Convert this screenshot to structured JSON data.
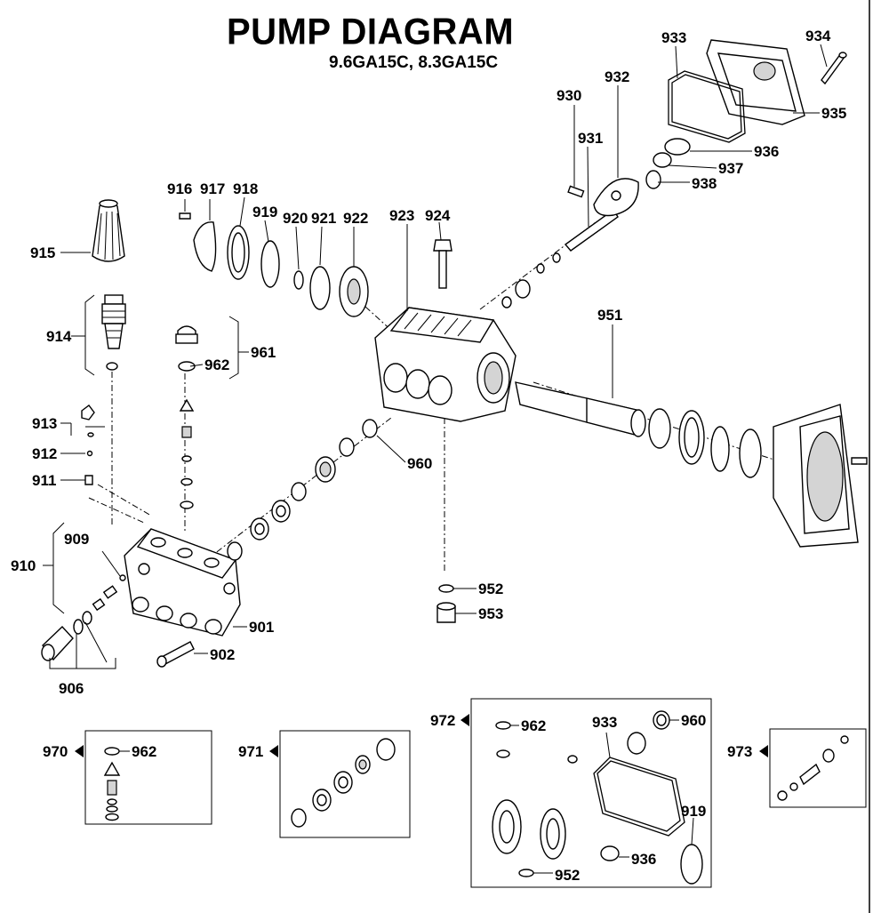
{
  "title": "PUMP DIAGRAM",
  "subtitle": "9.6GA15C, 8.3GA15C",
  "parts": {
    "p901": "901",
    "p902": "902",
    "p906": "906",
    "p909": "909",
    "p910": "910",
    "p911": "911",
    "p912": "912",
    "p913": "913",
    "p914": "914",
    "p915": "915",
    "p916": "916",
    "p917": "917",
    "p918": "918",
    "p919": "919",
    "p920": "920",
    "p921": "921",
    "p922": "922",
    "p923": "923",
    "p924": "924",
    "p930": "930",
    "p931": "931",
    "p932": "932",
    "p933": "933",
    "p934": "934",
    "p935": "935",
    "p936": "936",
    "p937": "937",
    "p938": "938",
    "p951": "951",
    "p952": "952",
    "p953": "953",
    "p960": "960",
    "p961": "961",
    "p962": "962"
  },
  "kits": {
    "k970": {
      "label": "970",
      "items": {
        "a": "962"
      }
    },
    "k971": {
      "label": "971"
    },
    "k972": {
      "label": "972",
      "items": {
        "a": "962",
        "b": "933",
        "c": "960",
        "d": "919",
        "e": "936",
        "f": "952"
      }
    },
    "k973": {
      "label": "973"
    }
  }
}
